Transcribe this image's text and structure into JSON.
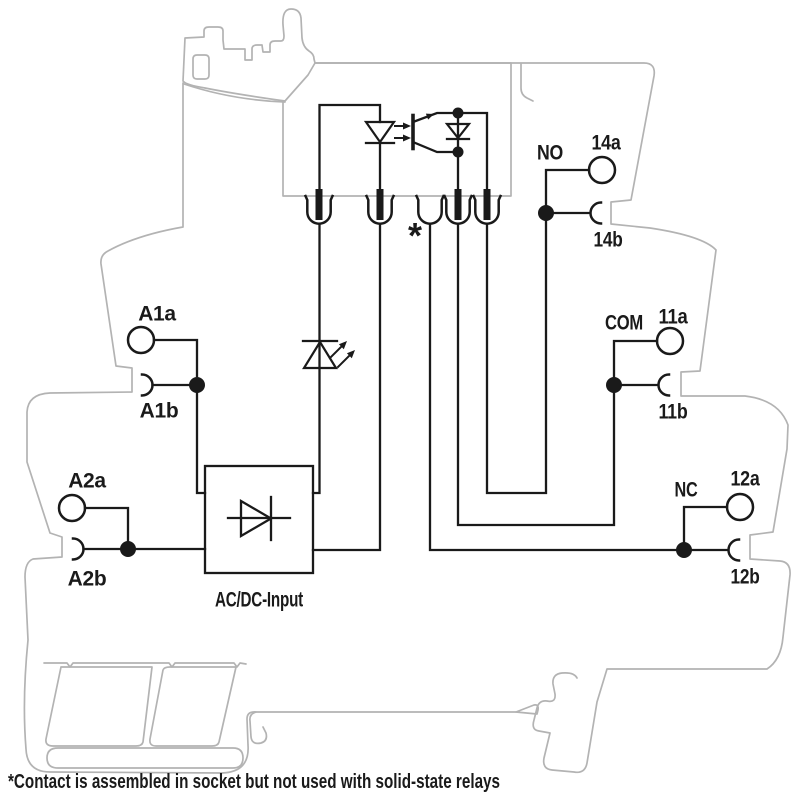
{
  "diagram": {
    "inputs": {
      "a1": {
        "a": "A1a",
        "b": "A1b"
      },
      "a2": {
        "a": "A2a",
        "b": "A2b"
      }
    },
    "contacts": {
      "no": {
        "name": "NO",
        "a": "14a",
        "b": "14b"
      },
      "com": {
        "name": "COM",
        "a": "11a",
        "b": "11b"
      },
      "nc": {
        "name": "NC",
        "a": "12a",
        "b": "12b"
      }
    },
    "rectifier_label": "AC/DC-Input",
    "asterisk_marker": "*",
    "footnote": "*Contact is assembled in socket but not used with solid-state relays",
    "colors": {
      "circuit": "#1a1a1a",
      "housing": "#b3b3b3",
      "background": "#ffffff"
    }
  }
}
